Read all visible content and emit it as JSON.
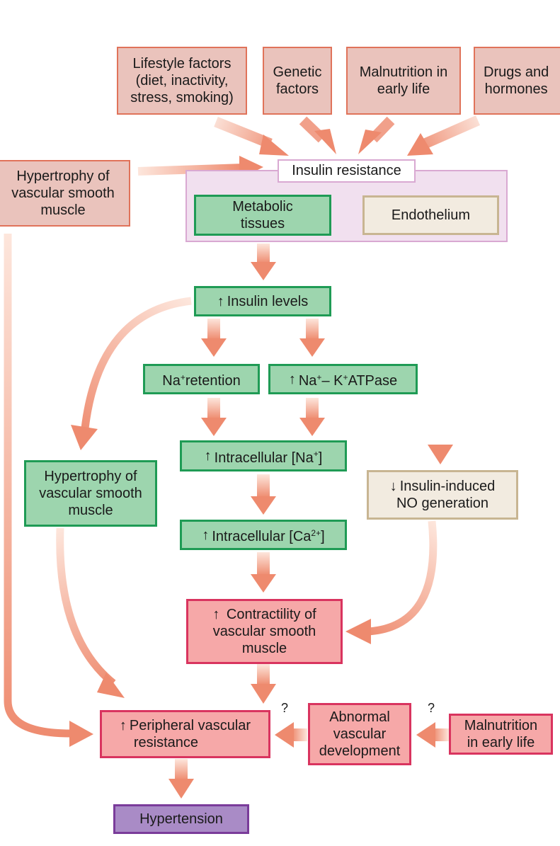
{
  "colors": {
    "arrow": "#ee8a6e",
    "arrow_light": "#fbe0d6",
    "top_fill": "#eac3bc",
    "green_fill": "#9dd5ae",
    "tan_fill": "#f2ebe0",
    "pink_fill": "#f6a8a8",
    "purple_fill": "#a98bc6",
    "insulin_panel_fill": "#f1e0ef"
  },
  "up_arrow": "↑",
  "down_arrow": "↓",
  "boxes": {
    "lifestyle": {
      "lines": [
        "Lifestyle factors",
        "(diet, inactivity,",
        "stress, smoking)"
      ]
    },
    "genetic": {
      "lines": [
        "Genetic",
        "factors"
      ]
    },
    "malnutrition_top": {
      "lines": [
        "Malnutrition in",
        "early life"
      ]
    },
    "drugs": {
      "lines": [
        "Drugs and",
        "hormones"
      ]
    },
    "hypertrophy_top": {
      "lines": [
        "Hypertrophy of",
        "vascular smooth",
        "muscle"
      ]
    },
    "insulin_resistance": "Insulin resistance",
    "metabolic": {
      "lines": [
        "Metabolic",
        "tissues"
      ]
    },
    "endothelium": "Endothelium",
    "insulin_levels": "Insulin levels",
    "na_retention": {
      "pre": "Na",
      "sup": "+",
      "post": " retention"
    },
    "na_k_atpase": {
      "a": "Na",
      "a_sup": "+",
      "mid": "– K",
      "b_sup": "+",
      "post": "ATPase"
    },
    "intracellular_na": {
      "pre": "Intracellular [Na",
      "sup": "+",
      "post": "]"
    },
    "intracellular_ca": {
      "pre": "Intracellular [Ca",
      "sup": "2+",
      "post": "]"
    },
    "hypertrophy_green": {
      "lines": [
        "Hypertrophy of",
        "vascular smooth",
        "muscle"
      ]
    },
    "no_generation": {
      "line1": "Insulin-induced",
      "line2": "NO generation"
    },
    "contractility": {
      "line1": "Contractility of",
      "line2": "vascular smooth",
      "line3": "muscle"
    },
    "peripheral": {
      "line1": "Peripheral vascular",
      "line2": "resistance"
    },
    "abnormal": {
      "lines": [
        "Abnormal",
        "vascular",
        "development"
      ]
    },
    "malnutrition_bottom": {
      "lines": [
        "Malnutrition",
        "in early life"
      ]
    },
    "hypertension": "Hypertension"
  },
  "question_marks": [
    "?",
    "?"
  ]
}
